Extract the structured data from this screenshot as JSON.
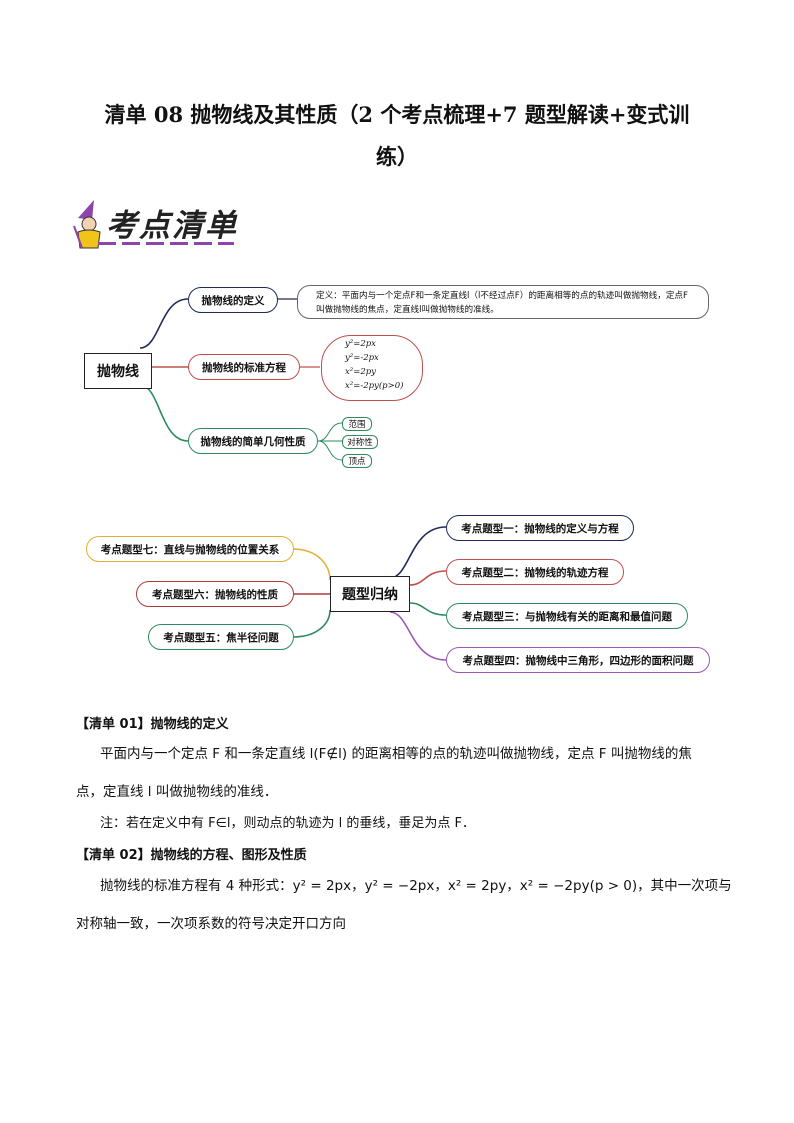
{
  "title": {
    "line1": "清单 08  抛物线及其性质（2 个考点梳理+7 题型解读+变式训",
    "line2": "练）"
  },
  "logo": {
    "text": "考点清单",
    "icon": "wizard-icon"
  },
  "map1": {
    "center": "抛物线",
    "branch_definition": "抛物线的定义",
    "branch_standard": "抛物线的标准方程",
    "branch_geometry": "抛物线的简单几何性质",
    "definition_text": "定义：平面内与一个定点F和一条定直线l（l不经过点F）的距离相等的点的轨迹叫做抛物线，定点F叫做抛物线的焦点，定直线l叫做抛物线的准线。",
    "equations": [
      "y²=2px",
      "y²=-2px",
      "x²=2py",
      "x²=-2py(p>0)"
    ],
    "properties": [
      "范围",
      "对称性",
      "顶点"
    ]
  },
  "map2": {
    "center": "题型归纳",
    "types": [
      "考点题型一：抛物线的定义与方程",
      "考点题型二：抛物线的轨迹方程",
      "考点题型三：与抛物线有关的距离和最值问题",
      "考点题型四：抛物线中三角形，四边形的面积问题",
      "考点题型五：焦半径问题",
      "考点题型六：抛物线的性质",
      "考点题型七：直线与抛物线的位置关系"
    ],
    "colors": {
      "one": "#1f2a55",
      "two": "#c0504d",
      "three": "#2e8b5f",
      "four": "#9b59b6",
      "five": "#2e8b5f",
      "six": "#b03a3a",
      "seven": "#e0b030"
    }
  },
  "section1": {
    "heading": "【清单 01】抛物线的定义",
    "para_line1": "平面内与一个定点 F 和一条定直线 l(F∉l) 的距离相等的点的轨迹叫做抛物线，定点 F 叫抛物线的焦",
    "para_line2": "点，定直线 l 叫做抛物线的准线．",
    "note": "注：若在定义中有 F∈l，则动点的轨迹为 l 的垂线，垂足为点 F．"
  },
  "section2": {
    "heading": "【清单 02】抛物线的方程、图形及性质",
    "para_line1": "抛物线的标准方程有 4 种形式：y² = 2px，y² = −2px，x² = 2py，x² = −2py(p > 0)，其中一次项与",
    "para_line2": "对称轴一致，一次项系数的符号决定开口方向"
  }
}
